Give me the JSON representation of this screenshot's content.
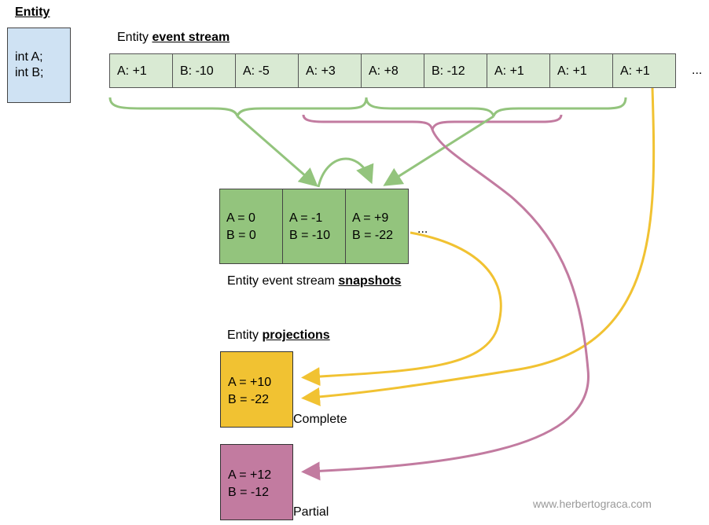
{
  "entity": {
    "title": "Entity",
    "fields": [
      "int A;",
      "int B;"
    ]
  },
  "event_stream": {
    "label_prefix": "Entity ",
    "label_emphasis": "event stream",
    "events": [
      "A: +1",
      "B: -10",
      "A: -5",
      "A: +3",
      "A: +8",
      "B: -12",
      "A: +1",
      "A: +1",
      "A: +1"
    ],
    "ellipsis": "..."
  },
  "snapshots": {
    "cells": [
      {
        "a": "A = 0",
        "b": "B = 0"
      },
      {
        "a": "A = -1",
        "b": "B = -10"
      },
      {
        "a": "A = +9",
        "b": "B = -22"
      }
    ],
    "ellipsis": "...",
    "label_prefix": "Entity event stream ",
    "label_emphasis": "snapshots"
  },
  "projections": {
    "label_prefix": "Entity ",
    "label_emphasis": "projections",
    "complete": {
      "a": "A = +10",
      "b": "B = -22",
      "caption": "Complete",
      "color": "#f1c232"
    },
    "partial": {
      "a": "A = +12",
      "b": "B = -12",
      "caption": "Partial",
      "color": "#c27ba0"
    }
  },
  "colors": {
    "green_arrow": "#93c47d",
    "yellow_arrow": "#f1c232",
    "purple_arrow": "#c27ba0",
    "entity_fill": "#cfe2f3",
    "event_fill": "#d9ead3",
    "snapshot_fill": "#93c47d"
  },
  "watermark": "www.herbertograca.com"
}
